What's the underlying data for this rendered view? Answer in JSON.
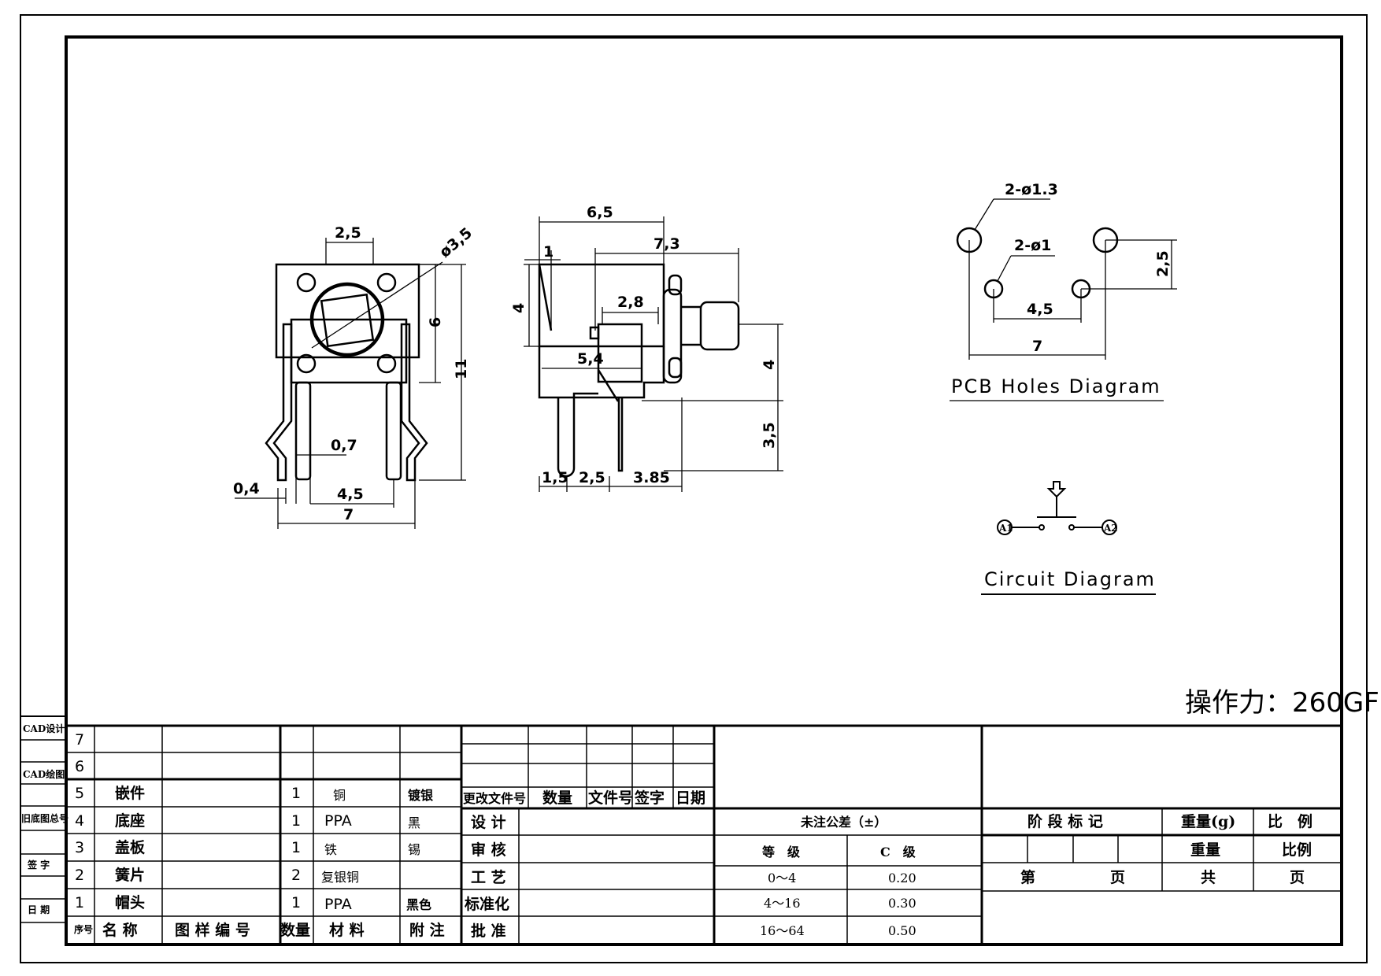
{
  "drawing": {
    "operating_force": "操作力：260GF",
    "pcb_label": "PCB Holes Diagram",
    "circuit_label": "Circuit Diagram",
    "circuit_terminals": [
      "A1",
      "A2"
    ],
    "front_view_dims": [
      "2,5",
      "ø3,5",
      "6",
      "11",
      "0,7",
      "0,4",
      "4,5",
      "7"
    ],
    "side_view_dims": [
      "6,5",
      "1",
      "7,3",
      "4",
      "2,8",
      "5,4",
      "4",
      "3,5",
      "1,5",
      "2,5",
      "3.85"
    ],
    "pcb_dims": [
      "2-ø1.3",
      "2-ø1",
      "2,5",
      "4,5",
      "7"
    ]
  },
  "left_strip": [
    "CAD设计",
    "CAD绘图",
    "旧底图总号",
    "签 字",
    "日 期"
  ],
  "parts": {
    "rows": [
      {
        "no": "7",
        "name": "",
        "drawing_no": "",
        "qty": "",
        "material": "",
        "note": ""
      },
      {
        "no": "6",
        "name": "",
        "drawing_no": "",
        "qty": "",
        "material": "",
        "note": ""
      },
      {
        "no": "5",
        "name": "嵌件",
        "drawing_no": "",
        "qty": "1",
        "material": "铜",
        "note": "镀银"
      },
      {
        "no": "4",
        "name": "底座",
        "drawing_no": "",
        "qty": "1",
        "material": "PPA",
        "note": "黑"
      },
      {
        "no": "3",
        "name": "盖板",
        "drawing_no": "",
        "qty": "1",
        "material": "铁",
        "note": "锡"
      },
      {
        "no": "2",
        "name": "簧片",
        "drawing_no": "",
        "qty": "2",
        "material": "复银铜",
        "note": ""
      },
      {
        "no": "1",
        "name": "帽头",
        "drawing_no": "",
        "qty": "1",
        "material": "PPA",
        "note": "黑色"
      }
    ],
    "header": {
      "no": "序号",
      "name": "名 称",
      "drawing_no": "图 样 编 号",
      "qty": "数量",
      "material": "材 料",
      "note": "附 注"
    }
  },
  "revision": {
    "header": [
      "更改文件号",
      "数量",
      "文件号",
      "签字",
      "日期"
    ],
    "approvals": [
      "设 计",
      "审 核",
      "工 艺",
      "标准化",
      "批 准"
    ]
  },
  "tolerance": {
    "title": "未注公差（±）",
    "grade_label": "等　级",
    "grade_value": "C　级",
    "rows": [
      {
        "range": "0～4",
        "value": "0.20"
      },
      {
        "range": "4～16",
        "value": "0.30"
      },
      {
        "range": "16～64",
        "value": "0.50"
      }
    ]
  },
  "info": {
    "stage_mark": "阶 段 标 记",
    "weight_g": "重量(g)",
    "scale_header": "比　例",
    "weight": "重量",
    "scale": "比例",
    "sheet_no": "第",
    "page": "页",
    "total": "共",
    "page2": "页"
  }
}
